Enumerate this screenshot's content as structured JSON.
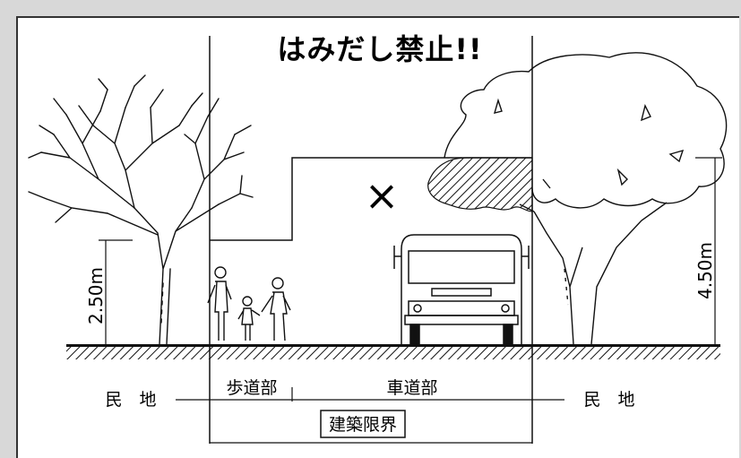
{
  "title": "はみだし禁止!!",
  "labels": {
    "private_land_left": "民　地",
    "private_land_right": "民　地",
    "sidewalk": "歩道部",
    "roadway": "車道部",
    "clearance_limit": "建築限界"
  },
  "dimensions": {
    "sidewalk_clearance": "2.50m",
    "roadway_clearance": "4.50m"
  },
  "symbol": "×"
}
